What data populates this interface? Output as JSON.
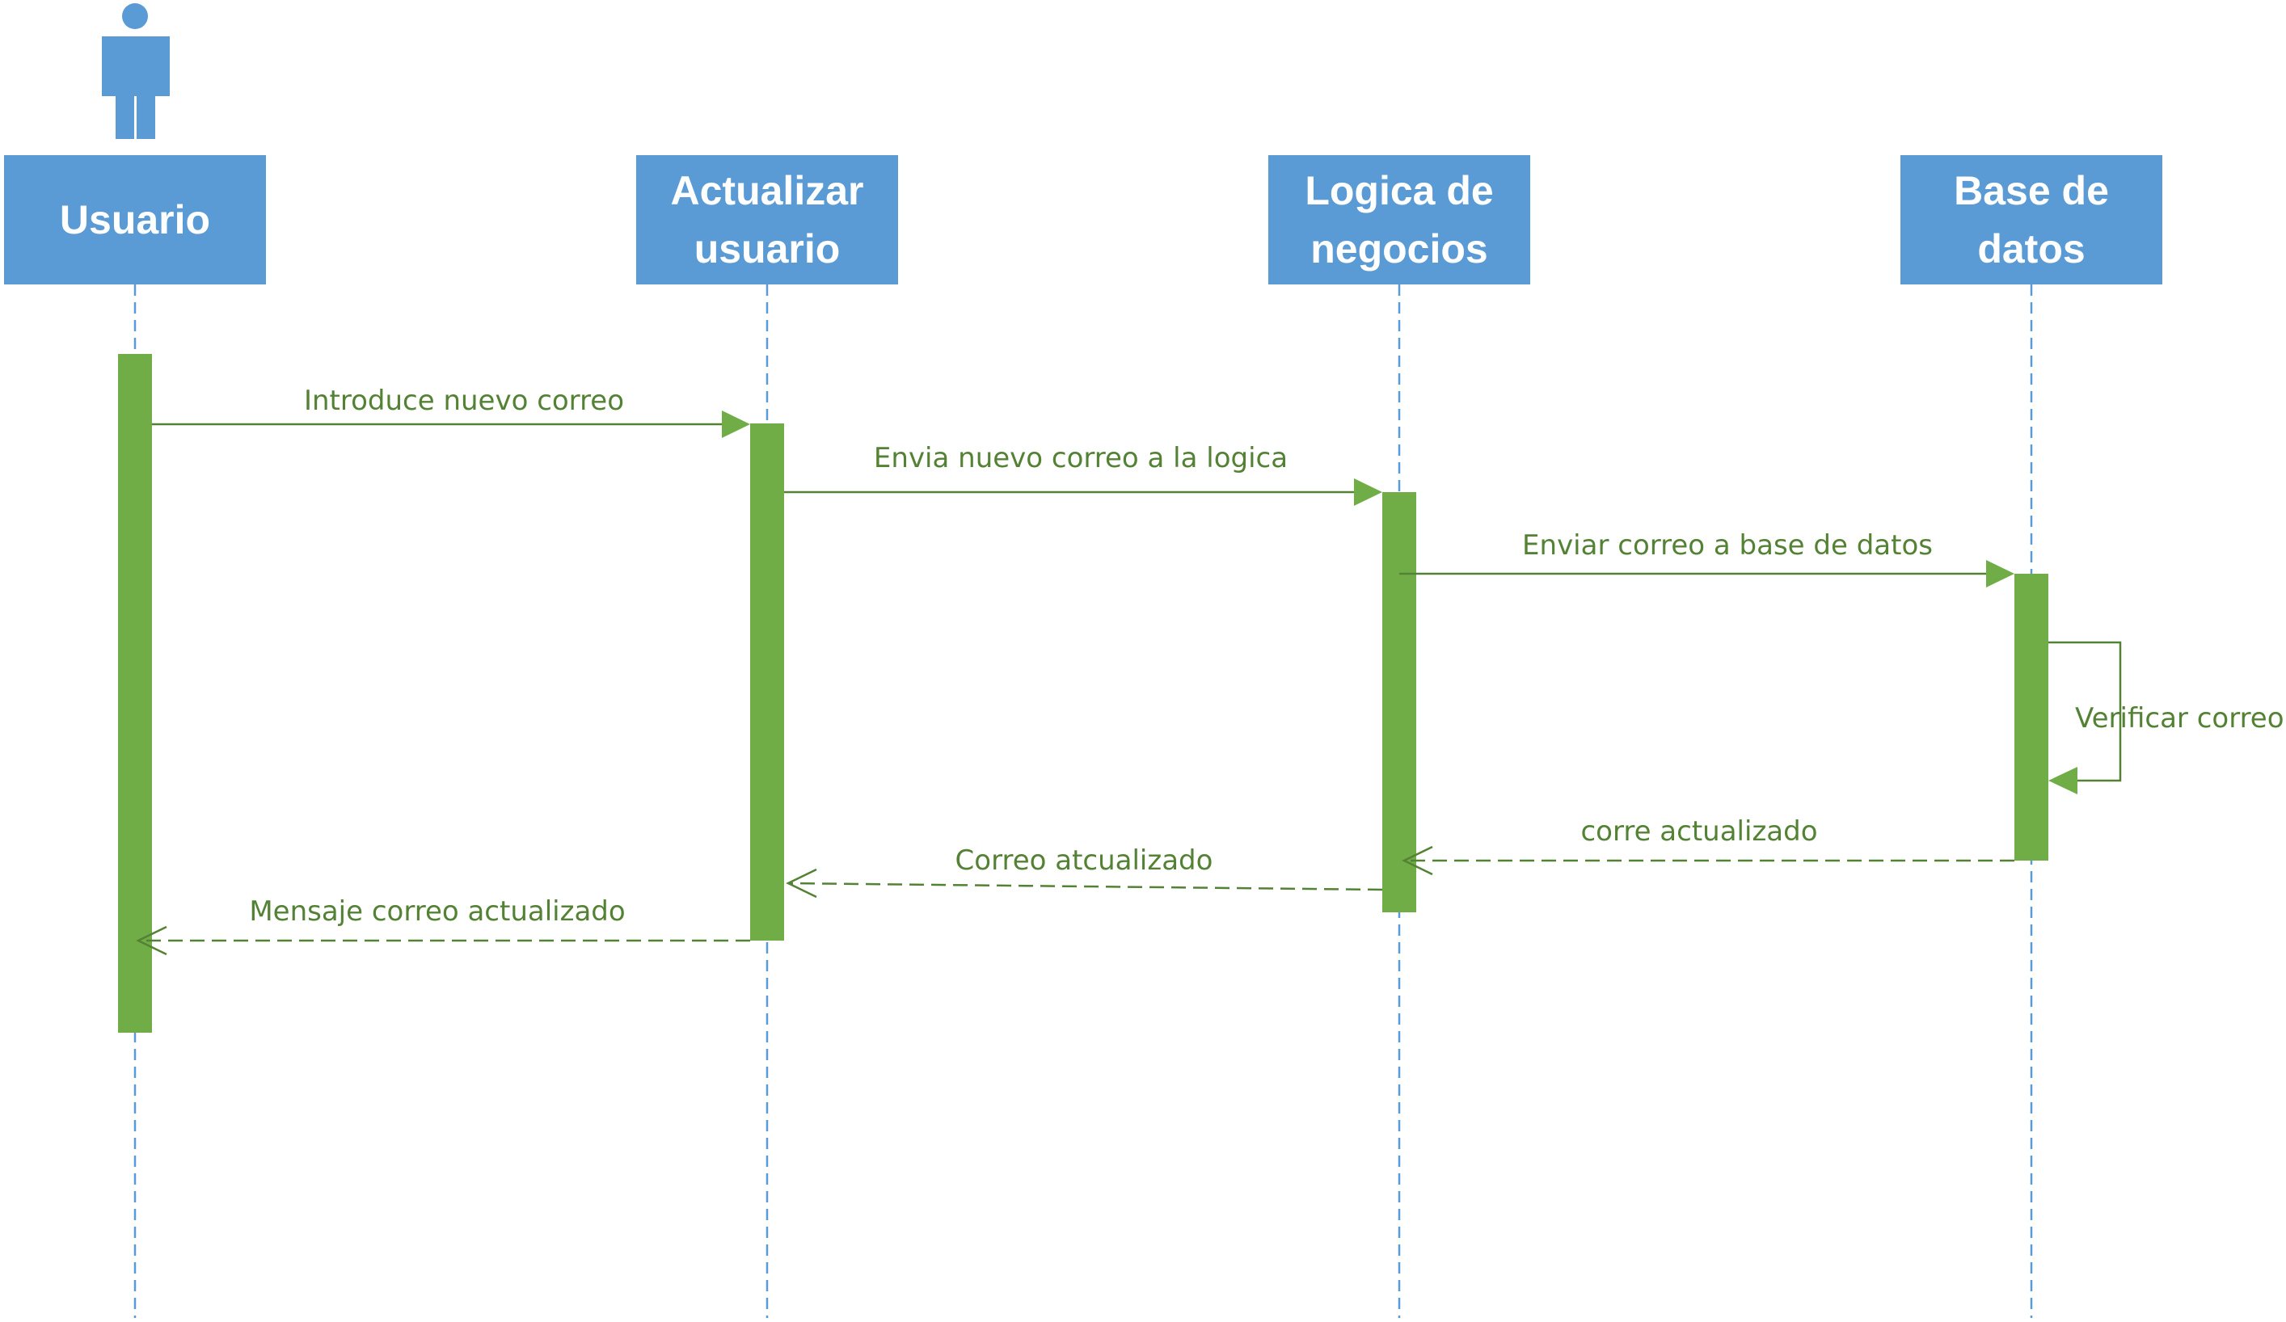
{
  "lifelines": [
    {
      "id": "usuario",
      "label": "Usuario"
    },
    {
      "id": "actualizar",
      "label": "Actualizar usuario"
    },
    {
      "id": "logica",
      "label": "Logica de negocios"
    },
    {
      "id": "base",
      "label": "Base de datos"
    }
  ],
  "messages": [
    {
      "id": "m1",
      "label": "Introduce nuevo correo",
      "from": "usuario",
      "to": "actualizar",
      "kind": "sync"
    },
    {
      "id": "m2",
      "label": "Envia nuevo correo a la logica",
      "from": "actualizar",
      "to": "logica",
      "kind": "sync"
    },
    {
      "id": "m3",
      "label": "Enviar correo a base de datos",
      "from": "logica",
      "to": "base",
      "kind": "sync"
    },
    {
      "id": "m4",
      "label": "Verificar correo",
      "from": "base",
      "to": "base",
      "kind": "self"
    },
    {
      "id": "m5",
      "label": "corre actualizado",
      "from": "base",
      "to": "logica",
      "kind": "return"
    },
    {
      "id": "m6",
      "label": "Correo atcualizado",
      "from": "logica",
      "to": "actualizar",
      "kind": "return"
    },
    {
      "id": "m7",
      "label": "Mensaje correo actualizado",
      "from": "actualizar",
      "to": "usuario",
      "kind": "return"
    }
  ],
  "colors": {
    "lifeline_box": "#5b9bd5",
    "lifeline_text": "#ffffff",
    "activation": "#70ad47",
    "message": "#548235",
    "actor": "#5b9bd5"
  }
}
